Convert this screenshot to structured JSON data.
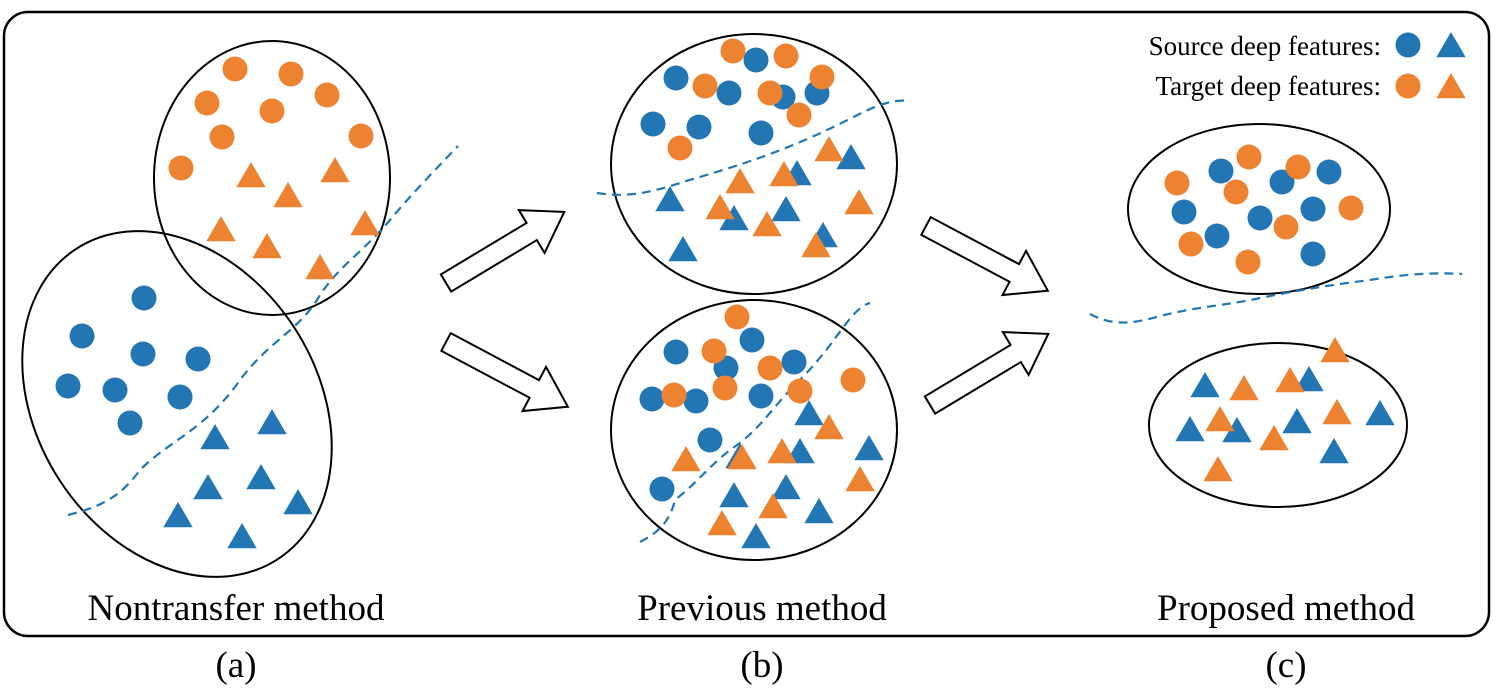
{
  "legend": {
    "source_label": "Source deep features:",
    "target_label": "Target deep features:"
  },
  "panels": {
    "a": {
      "title": "Nontransfer method",
      "caption": "(a)"
    },
    "b": {
      "title": "Previous method",
      "caption": "(b)"
    },
    "c": {
      "title": "Proposed method",
      "caption": "(c)"
    }
  },
  "colors": {
    "source": "#2276b4",
    "target": "#ed8331",
    "boundary": "#2276b4",
    "outline": "#000000"
  },
  "icons": {
    "source_circle": "blue-circle-icon",
    "source_triangle": "blue-triangle-icon",
    "target_circle": "orange-circle-icon",
    "target_triangle": "orange-triangle-icon",
    "arrow": "right-arrow-icon"
  }
}
